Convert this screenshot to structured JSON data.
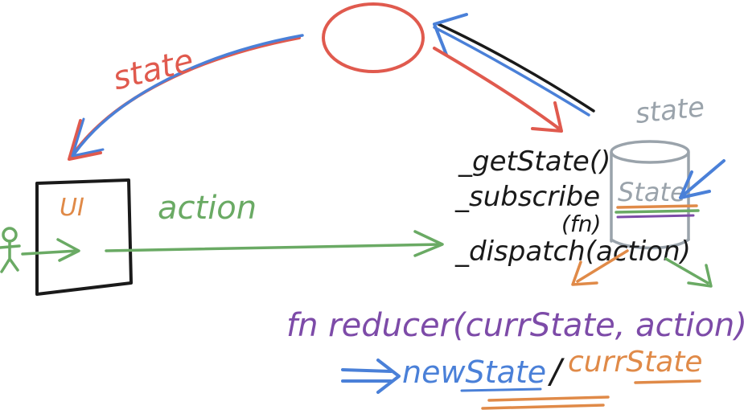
{
  "colors": {
    "red": "#e05a4e",
    "blue": "#4a80d8",
    "black": "#1a1a1a",
    "green": "#6aaa64",
    "orange": "#e08a48",
    "gray": "#9aa3ab",
    "purple": "#7d4ba8"
  },
  "labels": {
    "state_top": "state",
    "ui": "UI",
    "action": "action",
    "store_state_label": "state",
    "store_inner_state": "State",
    "get_state": "_getState()",
    "subscribe": "_subscribe",
    "subscribe_arg": "(fn)",
    "dispatch": "_dispatch(action)",
    "reducer": "fn reducer(currState, action)",
    "result_new": "newState",
    "result_sep": "/",
    "result_curr": "currState"
  },
  "icons": {
    "store": "cylinder-store-icon",
    "user": "stick-figure-user-icon",
    "double_arrow": "double-arrow-icon"
  }
}
